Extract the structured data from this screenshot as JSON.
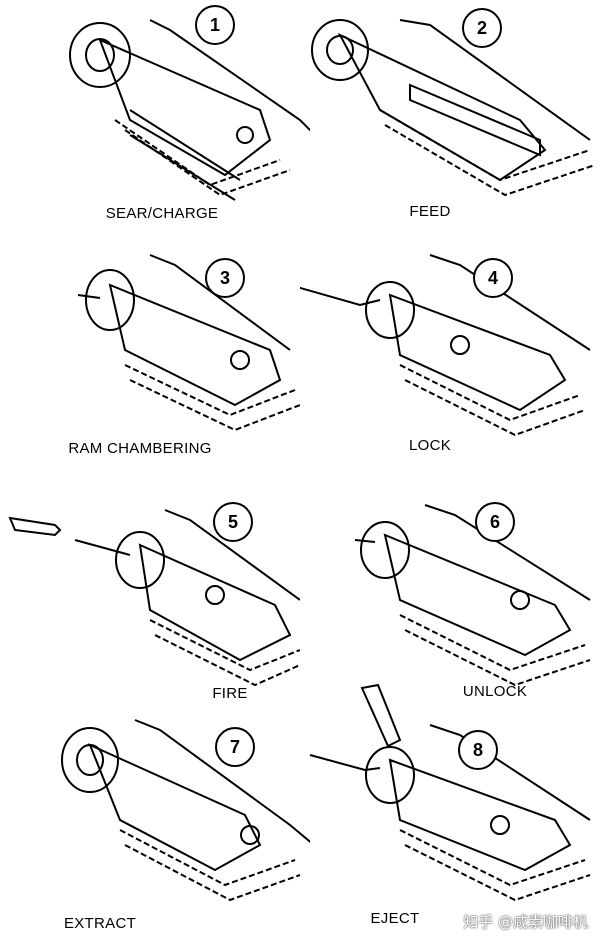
{
  "steps": [
    {
      "number": "1",
      "label": "SEAR/CHARGE"
    },
    {
      "number": "2",
      "label": "FEED"
    },
    {
      "number": "3",
      "label": "RAM CHAMBERING"
    },
    {
      "number": "4",
      "label": "LOCK"
    },
    {
      "number": "5",
      "label": "FIRE"
    },
    {
      "number": "6",
      "label": "UNLOCK"
    },
    {
      "number": "7",
      "label": "EXTRACT"
    },
    {
      "number": "8",
      "label": "EJECT"
    }
  ],
  "watermark": "知乎 @咸素咖啡机"
}
